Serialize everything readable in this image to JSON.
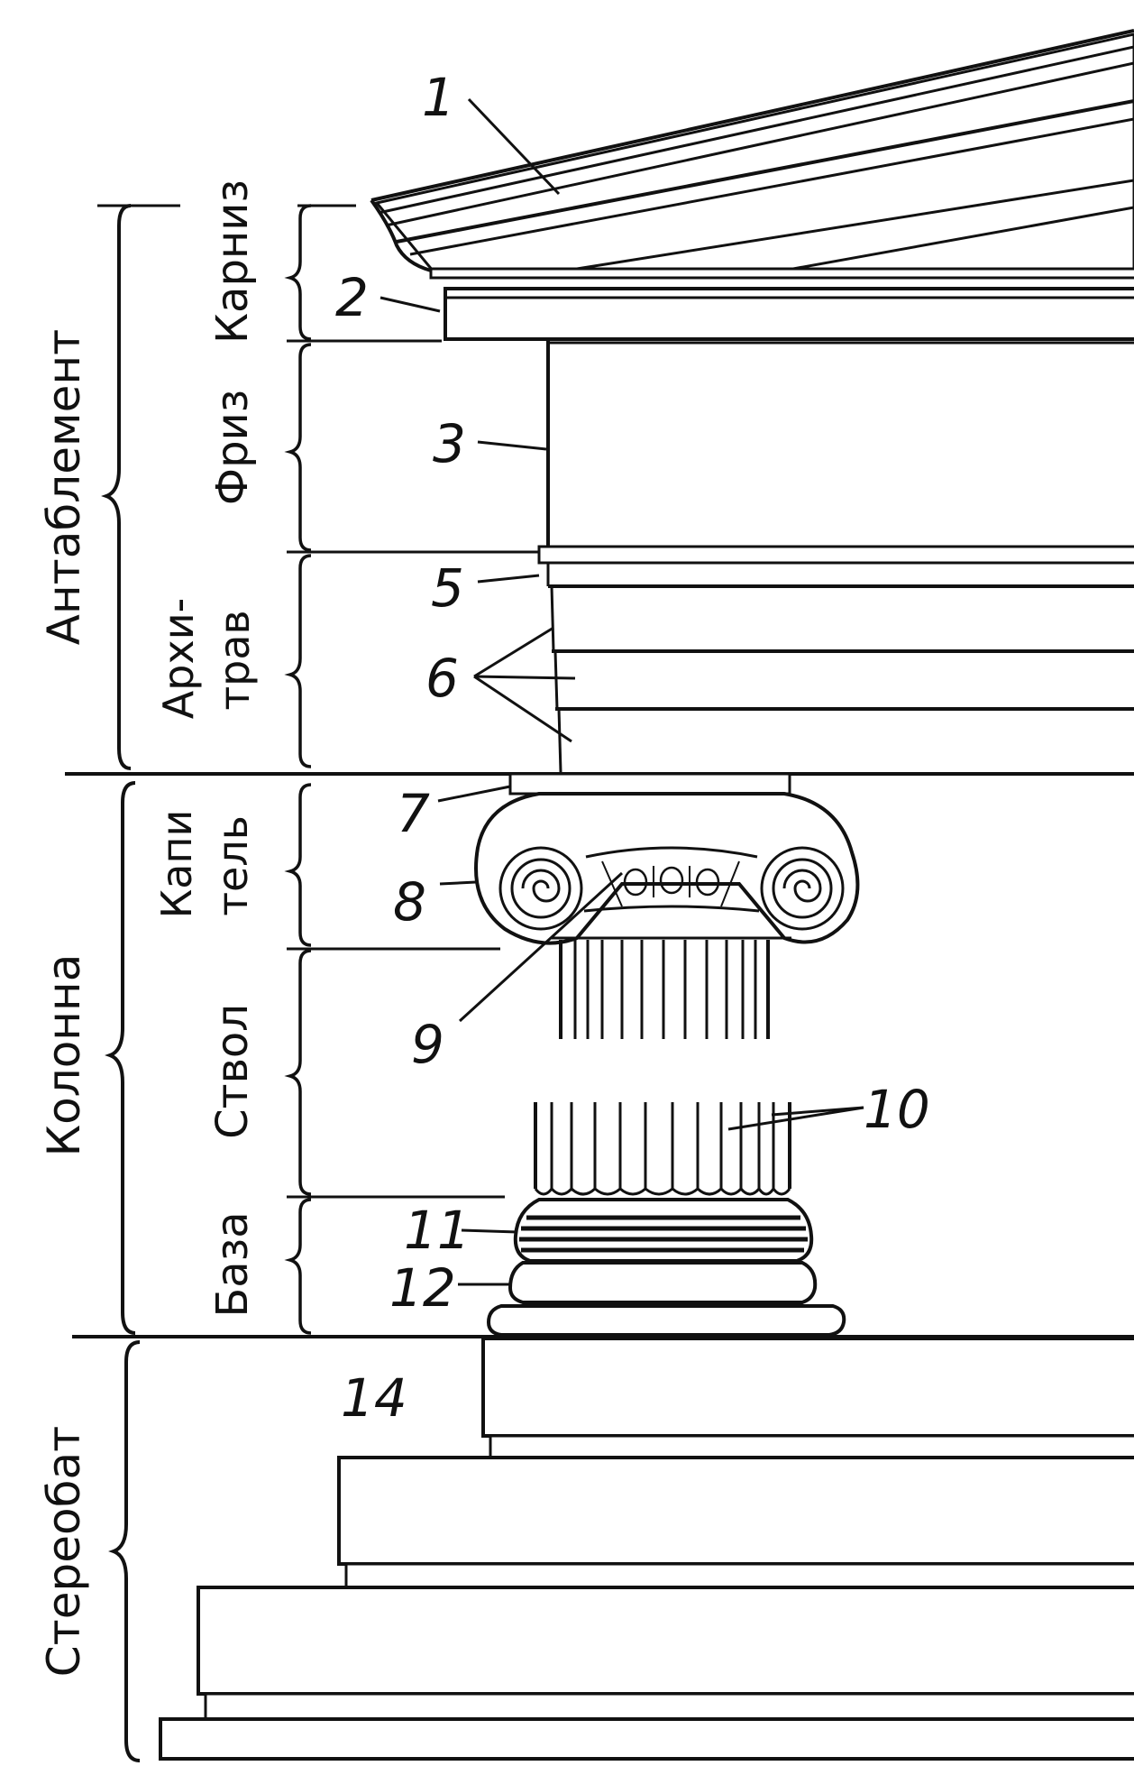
{
  "groups": [
    {
      "id": "entablature",
      "label": "Антаблемент"
    },
    {
      "id": "column",
      "label": "Колонна"
    },
    {
      "id": "stereobate",
      "label": "Стереобат"
    }
  ],
  "parts": [
    {
      "id": "cornice",
      "label": "Карниз"
    },
    {
      "id": "frieze",
      "label": "Фриз"
    },
    {
      "id": "architrave",
      "line1": "Архи-",
      "line2": "трав"
    },
    {
      "id": "capital",
      "line1": "Капи",
      "line2": "тель"
    },
    {
      "id": "shaft",
      "label": "Ствол"
    },
    {
      "id": "base",
      "label": "База"
    }
  ],
  "callouts": [
    "1",
    "2",
    "3",
    "5",
    "6",
    "7",
    "8",
    "9",
    "10",
    "11",
    "12",
    "14"
  ],
  "colors": {
    "ink": "#111111",
    "paper": "#ffffff"
  }
}
